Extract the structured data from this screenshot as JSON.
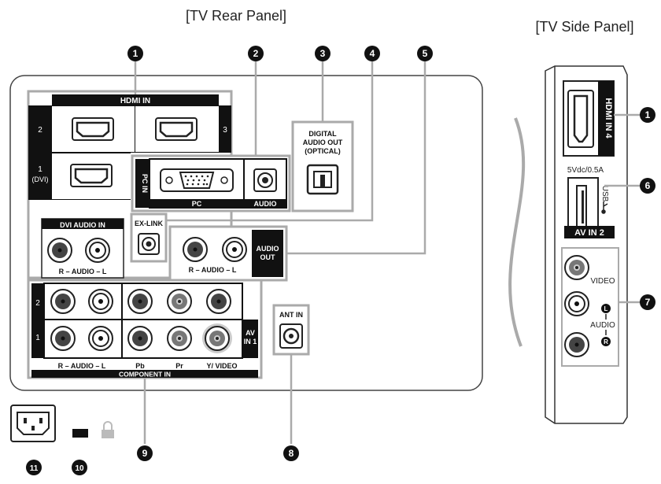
{
  "titles": {
    "rear": "[TV Rear Panel]",
    "side": "[TV Side Panel]"
  },
  "rear": {
    "hdmi_in_label": "HDMI IN",
    "hdmi_num_2": "2",
    "hdmi_num_3": "3",
    "hdmi_num_1": "1",
    "hdmi_num_dvi": "(DVI)",
    "dvi_audio_in_label": "DVI AUDIO IN",
    "dvi_audio_lr": "R – AUDIO – L",
    "pc_in_label": "PC IN",
    "pc_label": "PC",
    "audio_label": "AUDIO",
    "digital_audio_out": [
      "DIGITAL",
      "AUDIO OUT",
      "(OPTICAL)"
    ],
    "ex_link_label": "EX-LINK",
    "audio_out_label": [
      "AUDIO",
      "OUT"
    ],
    "audio_out_lr": "R – AUDIO – L",
    "av_in_1_label": [
      "AV",
      "IN 1"
    ],
    "component_row_2": "2",
    "component_row_1": "1",
    "component_audio_lr": "R – AUDIO – L",
    "pb_label": "Pb",
    "pr_label": "Pr",
    "y_video_label": "Y/ VIDEO",
    "component_in_label": "COMPONENT IN",
    "ant_in_label": "ANT IN"
  },
  "side": {
    "hdmi_in_4": "HDMI IN 4",
    "usb_power": "5Vdc/0.5A",
    "usb_label": "USB",
    "av_in_2": "AV IN 2",
    "video_label": "VIDEO",
    "audio_label": "AUDIO",
    "l_label": "L",
    "r_label": "R"
  },
  "callouts": [
    "1",
    "2",
    "3",
    "4",
    "5",
    "6",
    "7",
    "8",
    "9",
    "10",
    "11"
  ]
}
